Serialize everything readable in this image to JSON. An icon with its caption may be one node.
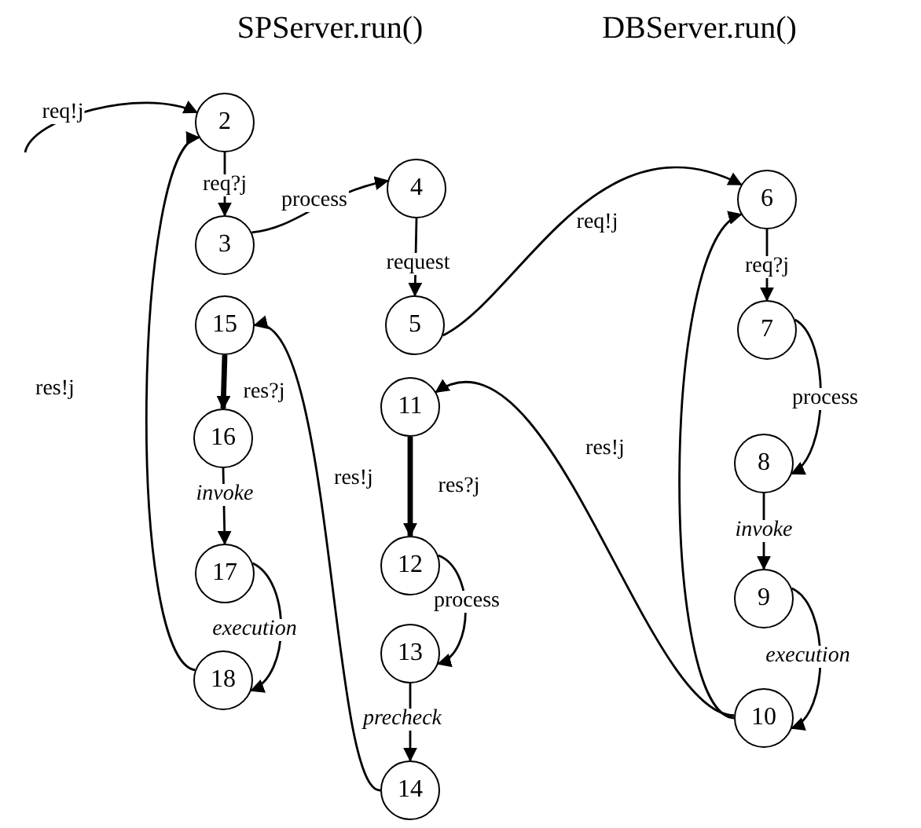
{
  "diagram": {
    "nodes": [
      {
        "text": [
          "2"
        ]
      },
      {
        "text": [
          "3"
        ]
      },
      {
        "text": [
          "4"
        ]
      },
      {
        "text": [
          "5"
        ]
      },
      {
        "text": [
          "15"
        ]
      },
      {
        "text": [
          "16"
        ]
      },
      {
        "text": [
          "17"
        ]
      },
      {
        "text": [
          "18"
        ]
      },
      {
        "text": [
          "6"
        ]
      },
      {
        "text": [
          "7"
        ]
      },
      {
        "text": [
          "8"
        ]
      },
      {
        "text": [
          "9"
        ]
      },
      {
        "text": [
          "10"
        ]
      },
      {
        "text": [
          "11"
        ]
      },
      {
        "text": [
          "12"
        ]
      },
      {
        "text": [
          "13"
        ]
      },
      {
        "text": [
          "14"
        ]
      }
    ],
    "edges": [
      {
        "from": null,
        "to": 0,
        "arrow": "to",
        "label": "req!j"
      },
      {
        "from": 0,
        "to": 1,
        "arrow": "to",
        "label": "req?j"
      },
      {
        "from": 1,
        "to": 2,
        "arrow": "to",
        "label": "process"
      },
      {
        "from": 2,
        "to": 3,
        "arrow": "to",
        "label": "request"
      },
      {
        "from": 3,
        "to": 8,
        "arrow": "to",
        "label": "req!j"
      },
      {
        "from": 8,
        "to": 9,
        "arrow": "to",
        "label": "req?j"
      },
      {
        "from": 9,
        "to": 10,
        "arrow": "to",
        "label": "process"
      },
      {
        "from": 10,
        "to": 11,
        "arrow": "to",
        "label": "invoke"
      },
      {
        "from": 11,
        "to": 12,
        "arrow": "to",
        "label": "execution"
      },
      {
        "from": 12,
        "to": 13,
        "arrow": "to",
        "label": "res!j"
      },
      {
        "from": 12,
        "to": 8,
        "arrow": "to"
      },
      {
        "from": 13,
        "to": 14,
        "arrow": "to",
        "label": "res?j",
        "style": "thick"
      },
      {
        "from": 14,
        "to": 15,
        "arrow": "to",
        "label": "process"
      },
      {
        "from": 15,
        "to": 16,
        "arrow": "to",
        "label": "precheck"
      },
      {
        "from": 16,
        "to": 4,
        "arrow": "to",
        "label": "res!j"
      },
      {
        "from": 4,
        "to": 5,
        "arrow": "to",
        "label": "res?j",
        "style": "thick"
      },
      {
        "from": 5,
        "to": 6,
        "arrow": "to",
        "label": "invoke"
      },
      {
        "from": 6,
        "to": 7,
        "arrow": "to",
        "label": "execution"
      },
      {
        "from": 7,
        "to": 0,
        "arrow": "to",
        "label": "res!j"
      }
    ],
    "labels": [
      "SPServer.run()",
      "DBServer.run()"
    ]
  }
}
